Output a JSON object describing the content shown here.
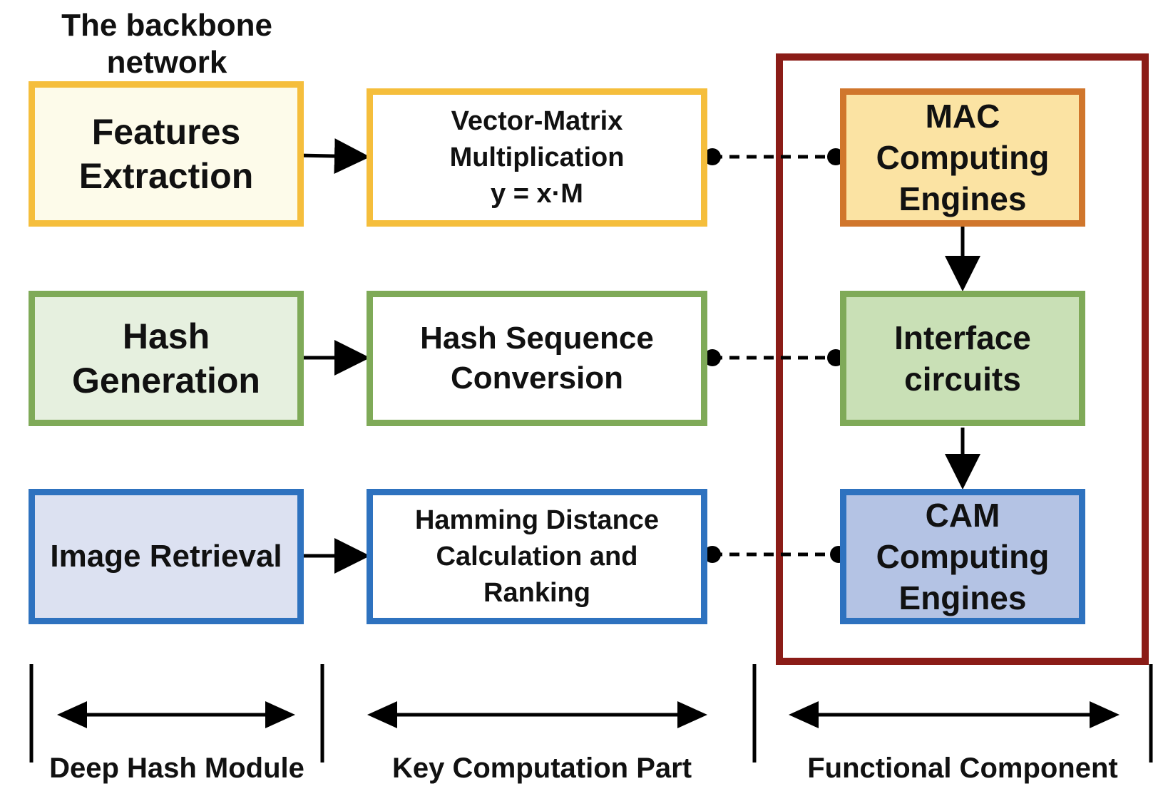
{
  "header": {
    "backbone_title": "The  backbone\nnetwork"
  },
  "deep_hash": {
    "features": "Features\nExtraction",
    "hash_gen": "Hash\nGeneration",
    "retrieval": "Image Retrieval"
  },
  "key_comp": {
    "vmm": "Vector-Matrix\nMultiplication\ny = x·M",
    "hash_seq": "Hash Sequence\nConversion",
    "hamming": "Hamming Distance\nCalculation and\nRanking"
  },
  "functional": {
    "mac": "MAC\nComputing\nEngines",
    "interface": "Interface\ncircuits",
    "cam": "CAM\nComputing\nEngines"
  },
  "sections": {
    "deep_hash_module": "Deep Hash Module",
    "key_computation_part": "Key Computation Part",
    "functional_component": "Functional Component"
  },
  "colors": {
    "yellow_border": "#F5BE3C",
    "yellow_fill": "#FDFBEA",
    "green_border": "#7FAA58",
    "green_fill": "#E6F0DF",
    "green_fill_strong": "#C9E0B6",
    "blue_border": "#2E72BF",
    "blue_fill": "#DCE1F1",
    "blue_fill_strong": "#B4C3E4",
    "orange_border": "#D0762C",
    "orange_fill": "#FBE3A3",
    "dark_red": "#8B1C17"
  }
}
